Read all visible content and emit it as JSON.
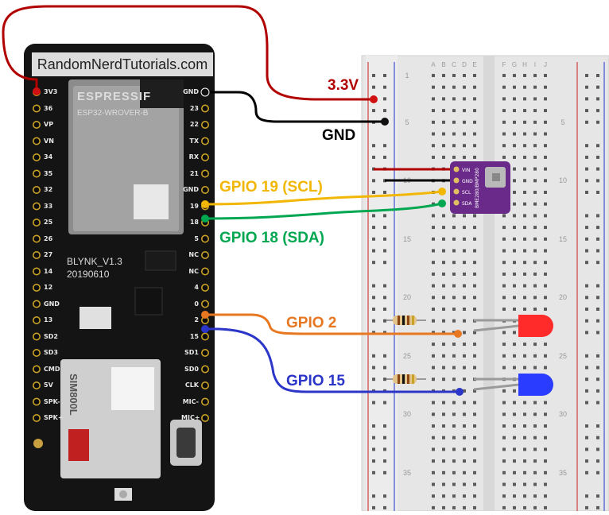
{
  "watermark": "RandomNerdTutorials.com",
  "board": {
    "module_brand": "ESPRESSIF",
    "module_model": "ESP32-WROVER-B",
    "board_name": "BLYNK_V1.3",
    "board_date": "20190610",
    "gsm_module": "SIM800L",
    "left_pins": [
      "3V3",
      "36",
      "VP",
      "VN",
      "34",
      "35",
      "32",
      "33",
      "25",
      "26",
      "27",
      "14",
      "12",
      "GND",
      "13",
      "SD2",
      "SD3",
      "CMD",
      "5V",
      "SPK-",
      "SPK+"
    ],
    "right_pins": [
      "GND",
      "23",
      "22",
      "TX",
      "RX",
      "21",
      "GND",
      "19",
      "18",
      "5",
      "NC",
      "NC",
      "4",
      "0",
      "2",
      "15",
      "SD1",
      "SD0",
      "CLK",
      "MIC-",
      "MIC+"
    ]
  },
  "breadboard": {
    "columns_left": [
      "A",
      "B",
      "C",
      "D",
      "E"
    ],
    "columns_right": [
      "F",
      "G",
      "H",
      "I",
      "J"
    ],
    "row_numbers": [
      "1",
      "5",
      "10",
      "15",
      "20",
      "25",
      "30",
      "35"
    ]
  },
  "sensor": {
    "pins": [
      "VIN",
      "GND",
      "SCL",
      "SDA"
    ],
    "name": "BME280/BMP280"
  },
  "wires": [
    {
      "label": "3.3V",
      "color": "#b00000"
    },
    {
      "label": "GND",
      "color": "#000000"
    },
    {
      "label": "GPIO 19 (SCL)",
      "color": "#f2b705"
    },
    {
      "label": "GPIO 18 (SDA)",
      "color": "#00a650"
    },
    {
      "label": "GPIO 2",
      "color": "#e87722"
    },
    {
      "label": "GPIO 15",
      "color": "#2b35c8"
    }
  ],
  "leds": [
    {
      "color": "#ff2a2a"
    },
    {
      "color": "#2a3cff"
    }
  ]
}
